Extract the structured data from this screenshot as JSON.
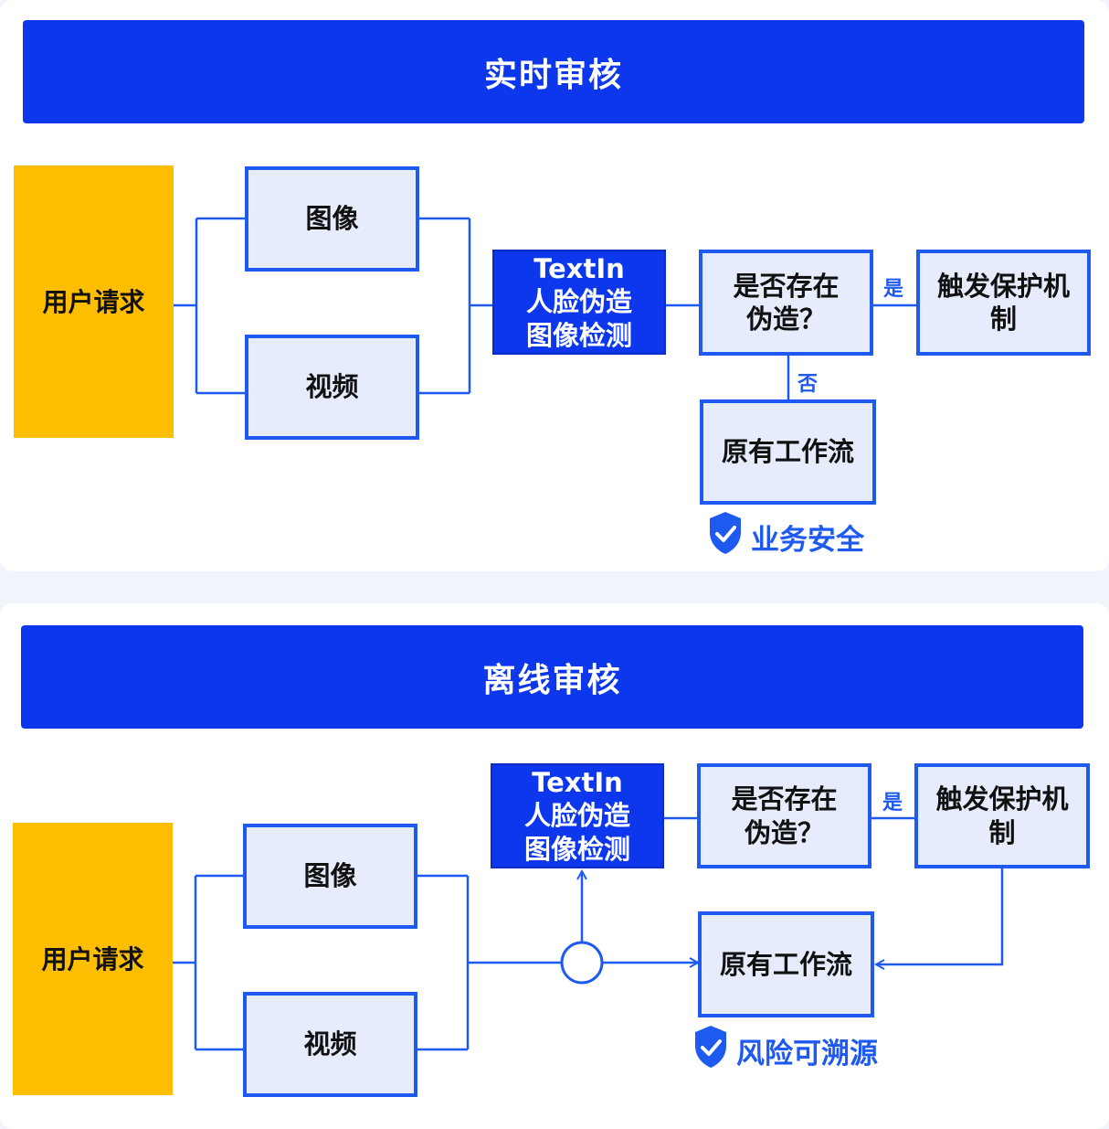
{
  "realtime": {
    "title": "实时审核",
    "user_request": "用户请求",
    "image": "图像",
    "video": "视频",
    "detector": "TextIn\n人脸伪造\n图像检测",
    "question": "是否存在\n伪造？",
    "yes_label": "是",
    "no_label": "否",
    "protect": "触发保护机\n制",
    "workflow": "原有工作流",
    "badge": "业务安全"
  },
  "offline": {
    "title": "离线审核",
    "user_request": "用户请求",
    "image": "图像",
    "video": "视频",
    "detector": "TextIn\n人脸伪造\n图像检测",
    "question": "是否存在\n伪造？",
    "yes_label": "是",
    "protect": "触发保护机\n制",
    "workflow": "原有工作流",
    "badge": "风险可溯源"
  },
  "colors": {
    "primary": "#0d37ec",
    "accent": "#1f5af0",
    "box_fill": "#e6ecfb",
    "request": "#fdbd00"
  }
}
